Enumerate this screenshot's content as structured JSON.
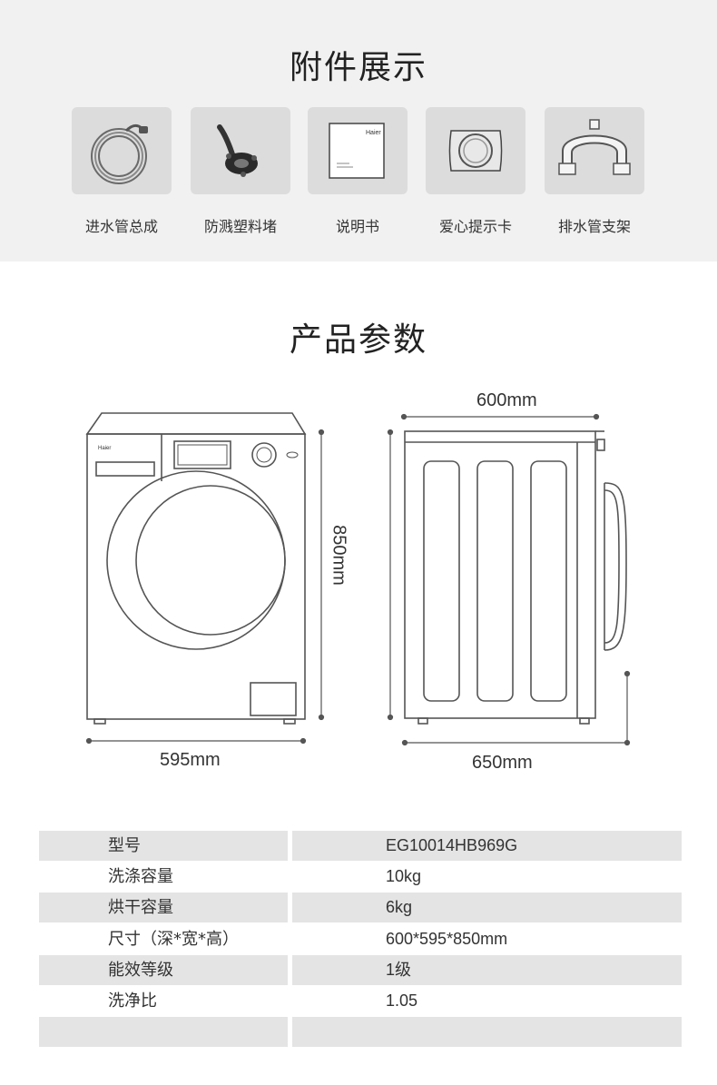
{
  "accessories": {
    "title": "附件展示",
    "items": [
      {
        "label": "进水管总成",
        "icon": "inlet-hose-icon"
      },
      {
        "label": "防溅塑料堵",
        "icon": "splash-plug-icon"
      },
      {
        "label": "说明书",
        "icon": "manual-icon",
        "brand": "Haier"
      },
      {
        "label": "爱心提示卡",
        "icon": "reminder-card-icon"
      },
      {
        "label": "排水管支架",
        "icon": "drain-bracket-icon"
      }
    ]
  },
  "params": {
    "title": "产品参数",
    "brand": "Haier",
    "dims": {
      "side_width": "600mm",
      "height": "850mm",
      "front_width": "595mm",
      "side_depth": "650mm"
    }
  },
  "specs": {
    "rows": [
      {
        "key": "型号",
        "value": "EG10014HB969G"
      },
      {
        "key": "洗涤容量",
        "value": "10kg"
      },
      {
        "key": "烘干容量",
        "value": "6kg"
      },
      {
        "key": "尺寸（深*宽*高）",
        "value": "600*595*850mm"
      },
      {
        "key": "能效等级",
        "value": "1级"
      },
      {
        "key": "洗净比",
        "value": "1.05"
      },
      {
        "key": "",
        "value": ""
      }
    ]
  },
  "colors": {
    "panel_bg": "#f1f1f1",
    "tile_bg": "#dcdcdc",
    "row_shade": "#e4e4e4",
    "line": "#555555"
  }
}
